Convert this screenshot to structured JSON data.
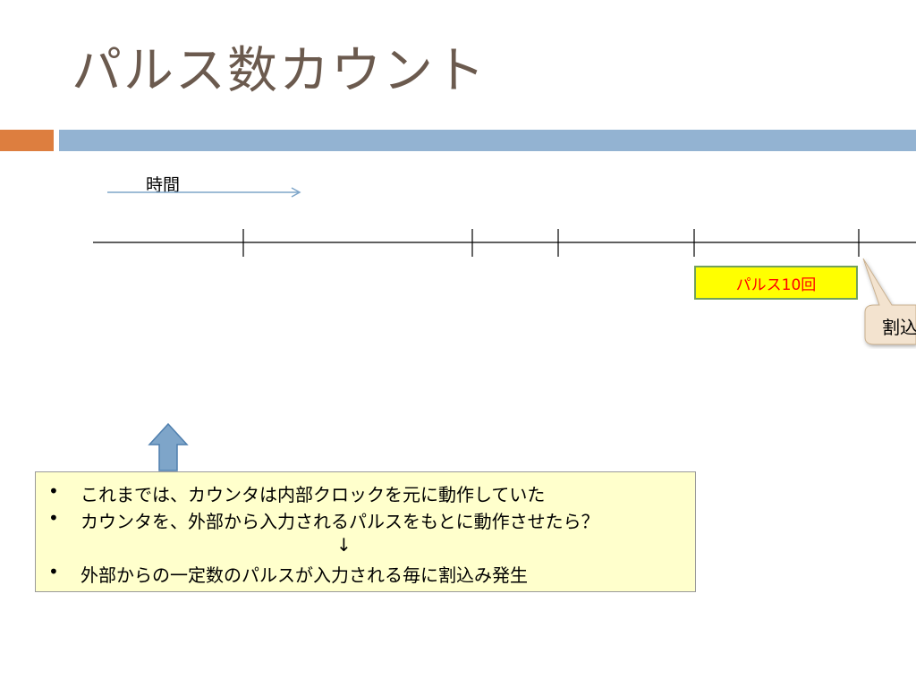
{
  "slide": {
    "title": "パルス数カウント",
    "time_label": "時間",
    "pulse_box": "パルス10回",
    "callout": "割込み",
    "note": {
      "bullet_char": "•",
      "line1": "これまでは、カウンタは内部クロックを元に動作していた",
      "line2": "カウンタを、外部から入力されるパルスをもとに動作させたら？",
      "arrow": "↓",
      "line3": "外部からの一定数のパルスが入力される毎に割込み発生"
    }
  },
  "colors": {
    "title": "#6b5a4e",
    "accent_orange": "#dd7e3f",
    "accent_blue": "#93b3d2",
    "pulse_box_fill": "#ffff00",
    "pulse_box_border": "#73a15a",
    "pulse_text": "#ff0000",
    "note_fill": "#ffffcc",
    "callout_fill": "#f3e3cf",
    "up_arrow_fill": "#7ea5c9"
  },
  "icons": {
    "time_arrow": "right-arrow-icon",
    "up_arrow": "up-arrow-icon"
  }
}
